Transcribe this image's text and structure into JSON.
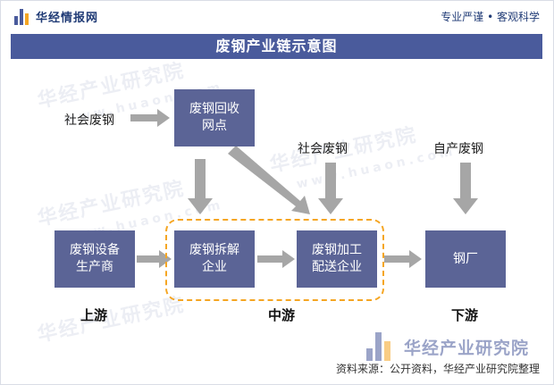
{
  "header": {
    "logo_text": "华经情报网",
    "slogan": "专业严谨 • 客观科学"
  },
  "title": "废钢产业链示意图",
  "watermark": {
    "cn": "华经产业研究院",
    "en": "www.huaon.com"
  },
  "nodes": {
    "social_scrap_left": "社会废钢",
    "recycling_point_line1": "废钢回收",
    "recycling_point_line2": "网点",
    "social_scrap_mid": "社会废钢",
    "self_scrap": "自产废钢",
    "equipment_line1": "废钢设备",
    "equipment_line2": "生产商",
    "dismantling_line1": "废钢拆解",
    "dismantling_line2": "企业",
    "processing_line1": "废钢加工",
    "processing_line2": "配送企业",
    "steel_mill": "钢厂"
  },
  "tiers": {
    "upstream": "上游",
    "midstream": "中游",
    "downstream": "下游"
  },
  "bottom_logo": "华经产业研究院",
  "source": "资料来源：公开资料，华经产业研究院整理",
  "colors": {
    "title_bar": "#4a5b9c",
    "node_fill": "#5b6496",
    "arrow": "#a6a6a6",
    "midstream_outline": "#f5a623"
  }
}
